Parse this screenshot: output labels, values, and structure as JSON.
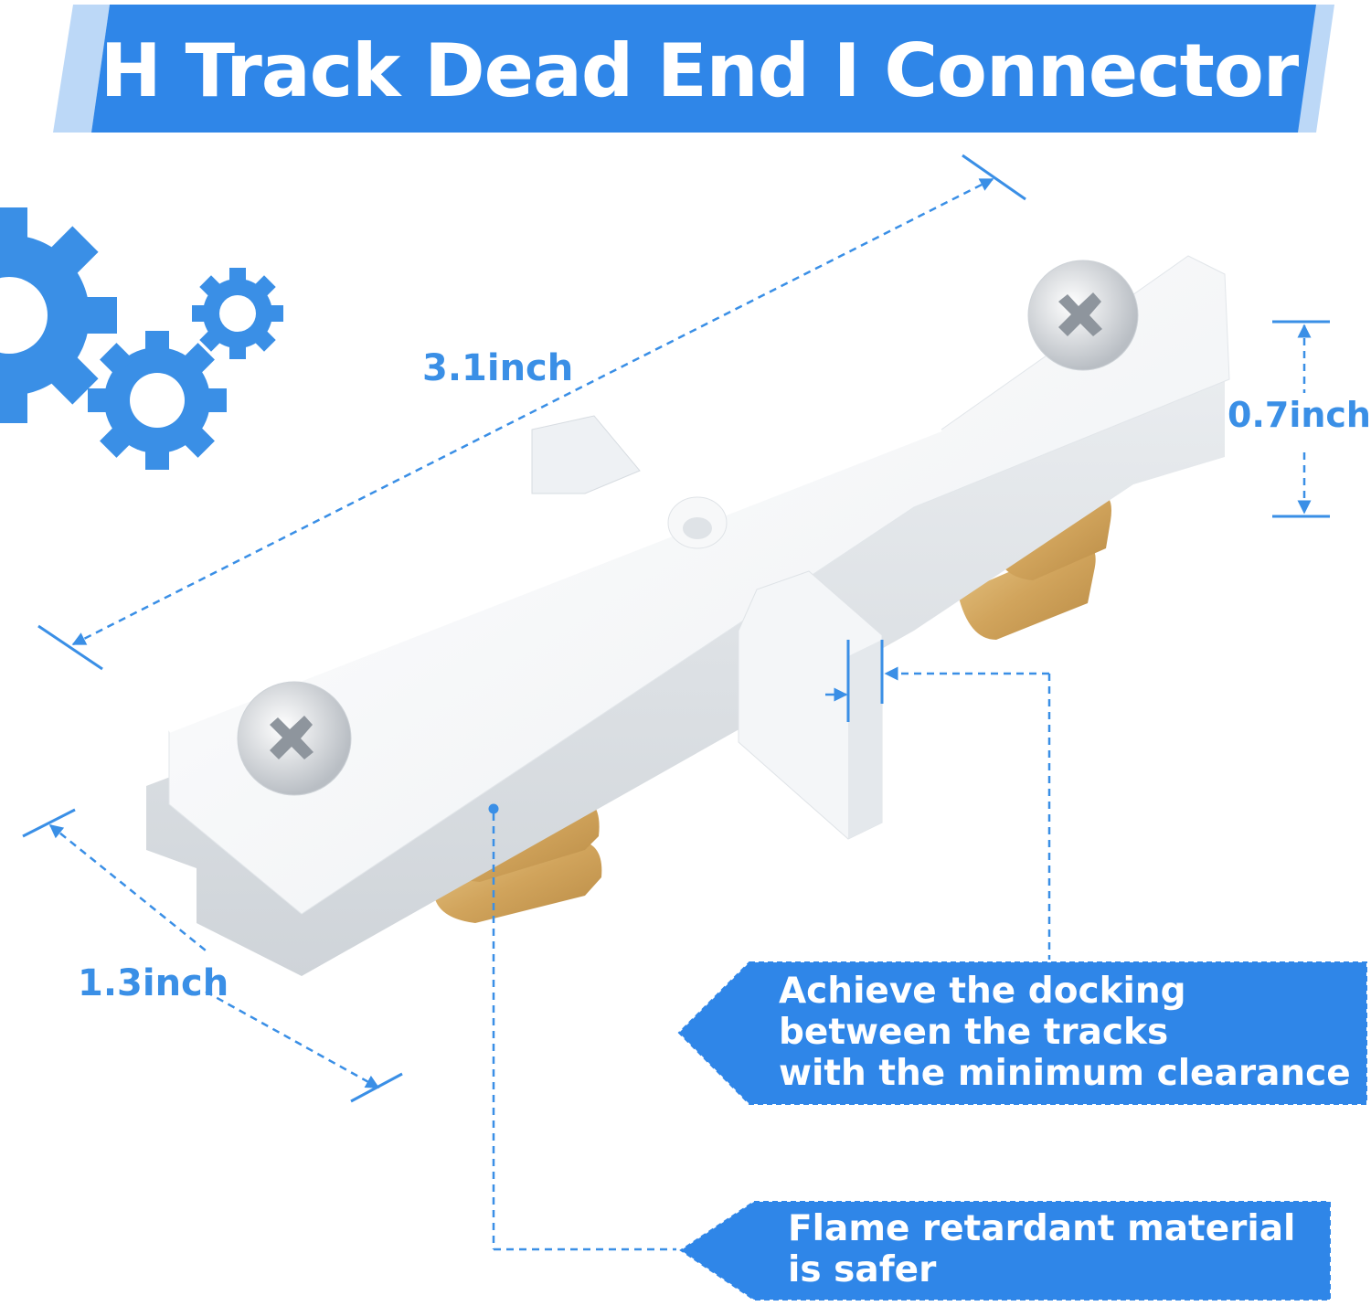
{
  "title": "H Track Dead End I Connector",
  "dimensions": {
    "length": "3.1inch",
    "height": "0.7inch",
    "width": "1.3inch"
  },
  "callouts": {
    "docking": {
      "lines": [
        "Achieve the docking",
        "between the tracks",
        "with the minimum clearance"
      ]
    },
    "material": {
      "lines": [
        "Flame retardant material",
        "is safer"
      ]
    }
  },
  "colors": {
    "accent": "#3a8fe6",
    "banner": "#2f86e8",
    "banner_light": "#bcd8f7",
    "connector_body": "#f4f6f8",
    "contact_brass": "#d2a863"
  },
  "icons": [
    "gear-icon-large",
    "gear-icon-medium",
    "gear-icon-small",
    "screw-icon"
  ]
}
